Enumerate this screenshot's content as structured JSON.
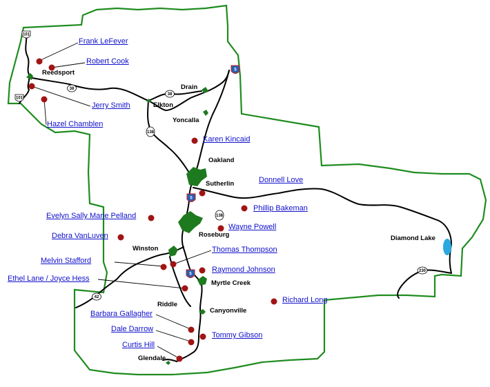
{
  "map": {
    "colors": {
      "background": "#ffffff",
      "county_border": "#1e8c1e",
      "roads": "#000000",
      "town_fill": "#1e7a1e",
      "person_marker": "#a11414",
      "person_link": "#1010cc",
      "lake": "#2aa8e0",
      "interstate_shield": "#2a5fb0"
    },
    "highway_shields": [
      {
        "label": "101",
        "type": "us-route"
      },
      {
        "label": "101",
        "type": "us-route"
      },
      {
        "label": "38",
        "type": "state-route"
      },
      {
        "label": "38",
        "type": "state-route"
      },
      {
        "label": "138",
        "type": "state-route"
      },
      {
        "label": "138",
        "type": "state-route"
      },
      {
        "label": "5",
        "type": "interstate"
      },
      {
        "label": "5",
        "type": "interstate"
      },
      {
        "label": "5",
        "type": "interstate"
      },
      {
        "label": "42",
        "type": "state-route"
      },
      {
        "label": "230",
        "type": "state-route"
      }
    ],
    "towns": [
      {
        "name": "Reedsport"
      },
      {
        "name": "Drain"
      },
      {
        "name": "Elkton"
      },
      {
        "name": "Yoncalla"
      },
      {
        "name": "Oakland"
      },
      {
        "name": "Sutherlin"
      },
      {
        "name": "Roseburg"
      },
      {
        "name": "Winston"
      },
      {
        "name": "Myrtle Creek"
      },
      {
        "name": "Riddle"
      },
      {
        "name": "Canyonville"
      },
      {
        "name": "Glendale"
      },
      {
        "name": "Diamond Lake"
      }
    ],
    "people": [
      {
        "name": "Frank LeFever"
      },
      {
        "name": "Robert Cook"
      },
      {
        "name": "Jerry Smith"
      },
      {
        "name": "Hazel Chamblen"
      },
      {
        "name": "Karen Kincaid"
      },
      {
        "name": "Donnell Love"
      },
      {
        "name": "Phillip Bakeman"
      },
      {
        "name": "Evelyn Sally Marie Pelland"
      },
      {
        "name": "Wayne Powell"
      },
      {
        "name": "Debra VanLuven"
      },
      {
        "name": "Thomas Thompson"
      },
      {
        "name": "Melvin Stafford"
      },
      {
        "name": "Raymond Johnson"
      },
      {
        "name": "Ethel Lane / Joyce Hess"
      },
      {
        "name": "Richard Long"
      },
      {
        "name": "Barbara Gallagher"
      },
      {
        "name": "Dale Darrow"
      },
      {
        "name": "Tommy Gibson"
      },
      {
        "name": "Curtis Hill"
      }
    ]
  }
}
